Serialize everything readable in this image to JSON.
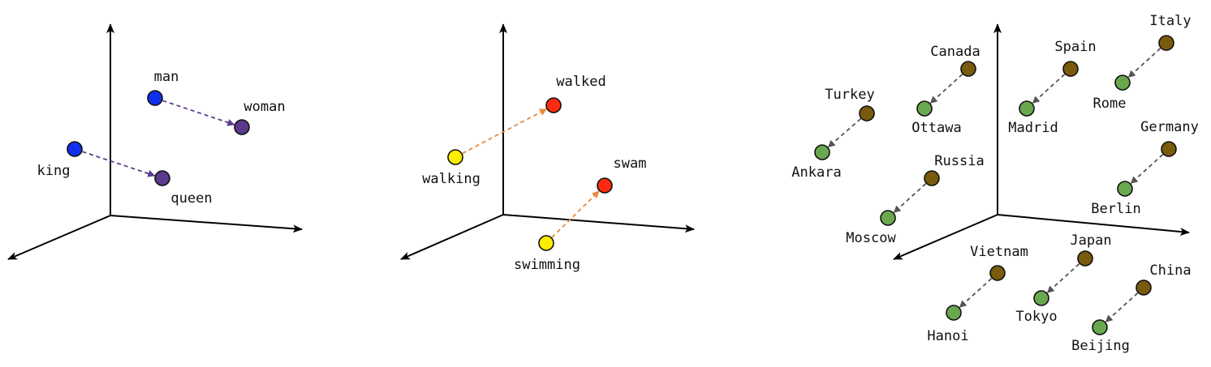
{
  "palette": {
    "man_woman_start": "#1030ee",
    "man_woman_end": "#5b3a8e",
    "gender_arrow": "#5b3a8e",
    "verb_start": "#ffee00",
    "verb_end": "#ff2a10",
    "verb_arrow": "#e8883a",
    "country": "#7a5a0c",
    "capital": "#6aa84f",
    "capital_arrow": "#555555"
  },
  "panels": [
    {
      "id": "gender",
      "pairs": [
        {
          "from": "man",
          "to": "woman",
          "from_color": "#1030ee",
          "to_color": "#5b3a8e",
          "arrow_color": "#5b3a8e"
        },
        {
          "from": "king",
          "to": "queen",
          "from_color": "#1030ee",
          "to_color": "#5b3a8e",
          "arrow_color": "#5b3a8e"
        }
      ]
    },
    {
      "id": "verb-tense",
      "pairs": [
        {
          "from": "walking",
          "to": "walked",
          "from_color": "#ffee00",
          "to_color": "#ff2a10",
          "arrow_color": "#e8883a"
        },
        {
          "from": "swimming",
          "to": "swam",
          "from_color": "#ffee00",
          "to_color": "#ff2a10",
          "arrow_color": "#e8883a"
        }
      ]
    },
    {
      "id": "country-capital",
      "pairs": [
        {
          "from": "Turkey",
          "to": "Ankara",
          "from_color": "#7a5a0c",
          "to_color": "#6aa84f",
          "arrow_color": "#555555"
        },
        {
          "from": "Canada",
          "to": "Ottawa",
          "from_color": "#7a5a0c",
          "to_color": "#6aa84f",
          "arrow_color": "#555555"
        },
        {
          "from": "Spain",
          "to": "Madrid",
          "from_color": "#7a5a0c",
          "to_color": "#6aa84f",
          "arrow_color": "#555555"
        },
        {
          "from": "Italy",
          "to": "Rome",
          "from_color": "#7a5a0c",
          "to_color": "#6aa84f",
          "arrow_color": "#555555"
        },
        {
          "from": "Germany",
          "to": "Berlin",
          "from_color": "#7a5a0c",
          "to_color": "#6aa84f",
          "arrow_color": "#555555"
        },
        {
          "from": "Russia",
          "to": "Moscow",
          "from_color": "#7a5a0c",
          "to_color": "#6aa84f",
          "arrow_color": "#555555"
        },
        {
          "from": "Vietnam",
          "to": "Hanoi",
          "from_color": "#7a5a0c",
          "to_color": "#6aa84f",
          "arrow_color": "#555555"
        },
        {
          "from": "Japan",
          "to": "Tokyo",
          "from_color": "#7a5a0c",
          "to_color": "#6aa84f",
          "arrow_color": "#555555"
        },
        {
          "from": "China",
          "to": "Beijing",
          "from_color": "#7a5a0c",
          "to_color": "#6aa84f",
          "arrow_color": "#555555"
        }
      ]
    }
  ]
}
